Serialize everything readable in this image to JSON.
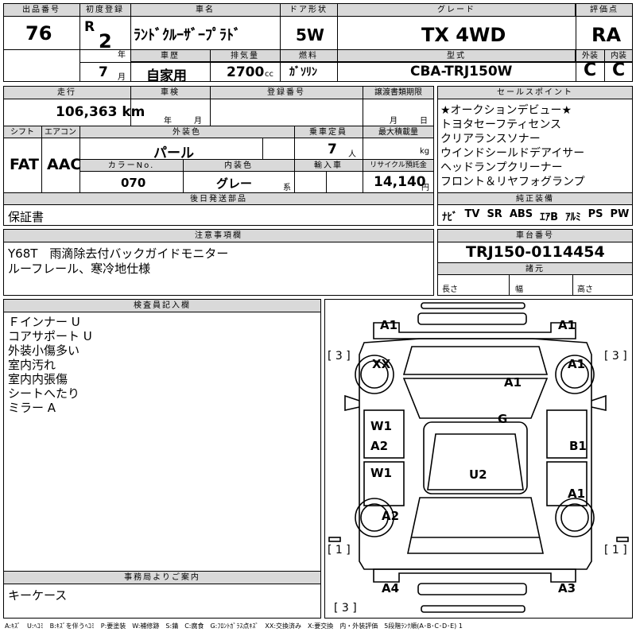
{
  "header": {
    "lot_label": "出品番号",
    "lot_value": "76",
    "first_reg_label": "初度登録",
    "era": "R",
    "year_value": "2",
    "year_unit": "年",
    "month_value": "7",
    "month_unit": "月",
    "name_label": "車名",
    "name_value": "ﾗﾝﾄﾞｸﾙｰｻﾞｰﾌﾟﾗﾄﾞ",
    "history_label": "車歴",
    "history_value": "自家用",
    "displacement_label": "排気量",
    "displacement_value": "2700",
    "displacement_unit": "cc",
    "door_label": "ドア形状",
    "door_value": "5W",
    "fuel_label": "燃料",
    "fuel_value": "ｶﾞｿﾘﾝ",
    "grade_label": "グレード",
    "grade_value": "TX 4WD",
    "model_label": "型式",
    "model_value": "CBA-TRJ150W",
    "score_label": "評価点",
    "score_value": "RA",
    "exterior_label": "外装",
    "exterior_value": "C",
    "interior_label": "内装",
    "interior_value": "C"
  },
  "row2": {
    "mileage_label": "走行",
    "mileage_value": "106,363 km",
    "inspection_label": "車検",
    "insp_year": "年",
    "insp_month": "月",
    "regno_label": "登録番号",
    "transfer_label": "譲渡書類期限",
    "transfer_month": "月",
    "transfer_day": "日",
    "shift_label": "シフト",
    "shift_value": "FAT",
    "ac_label": "エアコン",
    "ac_value": "AAC",
    "color_label": "外装色",
    "color_value": "パール",
    "capacity_label": "乗車定員",
    "capacity_value": "7",
    "capacity_unit": "人",
    "load_label": "最大積載量",
    "load_unit": "kg",
    "colorno_label": "カラーNo.",
    "colorno_value": "070",
    "intcolor_label": "内装色",
    "intcolor_value": "グレー",
    "intcolor_unit": "系",
    "import_label": "輸入車",
    "recycle_label": "リサイクル預託金",
    "recycle_value": "14,140",
    "recycle_unit": "円",
    "later_label": "後日発送部品",
    "later_value": "保証書"
  },
  "sales_points": {
    "label": "セールスポイント",
    "items": [
      "★オークションデビュー★",
      "トヨタセーフティセンス",
      "クリアランスソナー",
      "ウインドシールドデアイサー",
      "ヘッドランプクリーナー",
      "フロント＆リヤフォグランプ"
    ]
  },
  "equipment": {
    "label": "純正装備",
    "items": [
      "ﾅﾋﾞ",
      "TV",
      "SR",
      "ABS",
      "ｴｱB",
      "ｱﾙﾐ",
      "PS",
      "PW"
    ]
  },
  "notes": {
    "label": "注意事項欄",
    "lines": [
      "Y68T　雨滴除去付バックガイドモニター",
      "ルーフレール、寒冷地仕様"
    ]
  },
  "chassis": {
    "label": "車台番号",
    "value": "TRJ150-0114454",
    "spec_label": "諸元",
    "length": "長さ",
    "width": "幅",
    "height": "高さ"
  },
  "inspector": {
    "label": "検査員記入欄",
    "lines": [
      "Ｆインナー U",
      "コアサポート U",
      "外装小傷多い",
      "室内汚れ",
      "室内内張傷",
      "シートへたり",
      "ミラー A"
    ]
  },
  "office": {
    "label": "事務局よりご案内",
    "value": "キーケース"
  },
  "diagram": {
    "marks": [
      "A1",
      "A1",
      "XX",
      "A1",
      "A1",
      "G",
      "W1",
      "A2",
      "B1",
      "W1",
      "U2",
      "A1",
      "A2",
      "A4",
      "A3"
    ],
    "brackets": [
      "[ 3 ]",
      "[ 3 ]",
      "[ 1 ]",
      "[ 1 ]",
      "[ 3 ]"
    ]
  },
  "legend": "A:ｷｽﾞ　U:ﾍｺﾐ　B:ｷｽﾞを伴うﾍｺﾐ　P:要塗装　W:補修跡　S:錆　C:腐食　G:ﾌﾛﾝﾄｶﾞﾗｽ点ｷｽﾞ　XX:交換済み　X:要交換　内・外装評価　5段階ﾗﾝｸ順(A･B･C･D･E) 1"
}
